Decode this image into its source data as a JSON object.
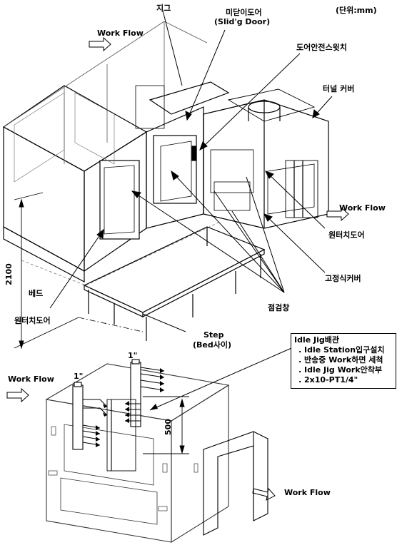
{
  "unit_note": "(단위:mm)",
  "labels": {
    "jig": "지그",
    "sliding_door_kr": "미닫이도어",
    "sliding_door_en": "(Slid'g Door)",
    "door_safety_switch": "도어안전스윗치",
    "tunnel_cover": "터널 커버",
    "work_flow_top_left": "Work Flow",
    "work_flow_right": "Work Flow",
    "one_touch_door_right": "원터치도어",
    "fixed_cover": "고정식커버",
    "inspection_window": "점검창",
    "bed": "베드",
    "one_touch_door_left": "원터치도어",
    "step_en": "Step",
    "step_kr": "(Bed사이)",
    "dim_2100": "2100",
    "work_flow_bottom_left": "Work Flow",
    "inch_left": "1\"",
    "inch_right": "1\"",
    "dim_500": "500",
    "work_flow_bottom_right": "Work Flow"
  },
  "idle_jig_box": {
    "title": "Idle Jig배관",
    "items": [
      ". Idle Station입구설치",
      ". 반송중 Work하면 세척",
      ". Idle Jig Work안착부",
      ". 2x10-PT1/4\""
    ]
  }
}
